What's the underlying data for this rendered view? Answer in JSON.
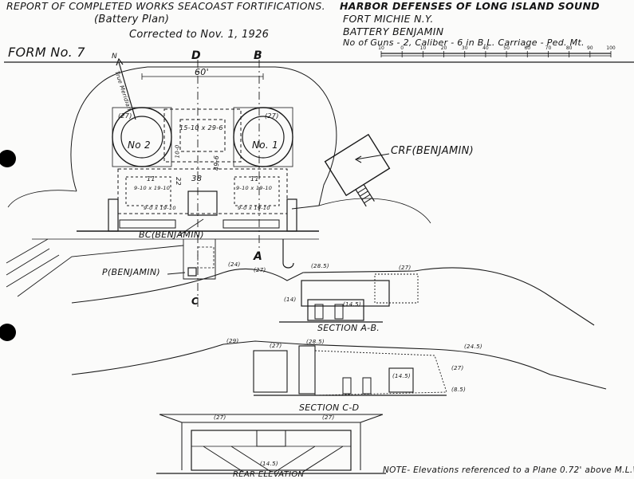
{
  "header": {
    "report_title": "REPORT OF COMPLETED WORKS SEACOAST FORTIFICATIONS.",
    "plan_type": "(Battery Plan)",
    "corrected": "Corrected to Nov. 1, 1926",
    "harbor": "HARBOR DEFENSES OF LONG ISLAND SOUND",
    "fort": "FORT MICHIE N.Y.",
    "battery": "BATTERY BENJAMIN",
    "guns": "No of Guns - 2, Caliber - 6 in B.L.   Carriage - Ped. Mt.",
    "form": "FORM No. 7"
  },
  "scale_bar": {
    "ticks": [
      "10",
      "0",
      "10",
      "20",
      "30",
      "40",
      "50",
      "60",
      "70",
      "80",
      "90",
      "100"
    ]
  },
  "plan": {
    "north": "N",
    "true_meridian": "True Meridian",
    "section_d": "D",
    "section_b": "B",
    "section_a": "A",
    "section_c": "C",
    "width_dim": "60'",
    "gun_2": "No 2",
    "gun_1": "No. 1",
    "gun_2_elev": "(27)",
    "gun_1_elev": "(27)",
    "room_top": "15-10 x 29-6",
    "dim_38": "38",
    "dim_22": "22",
    "dim_49_6": "49-6",
    "dim_11_left": "11",
    "dim_11_right": "11",
    "dim_10_0": "10-0",
    "room_left": "9-10 x 19-10",
    "room_left_b": "9-0 x 19-10",
    "room_right": "9-10 x 19-10",
    "room_right_b": "9-0 x 19-10",
    "crf": "CRF(BENJAMIN)",
    "bc": "BC(BENJAMIN)",
    "p": "P(BENJAMIN)"
  },
  "section_ab": {
    "title": "SECTION A-B.",
    "elev_a": "(24)",
    "elev_b": "(27)",
    "elev_c": "(28.5)",
    "elev_d": "(27)",
    "elev_e": "(14.5)",
    "elev_f": "(14)"
  },
  "section_cd": {
    "title": "SECTION C-D",
    "elev_a": "(29)",
    "elev_b": "(27)",
    "elev_c": "(28.5)",
    "elev_d": "(24.5)",
    "elev_e": "(14.5)",
    "elev_f": "(8.5)",
    "elev_g": "(27)"
  },
  "rear_elevation": {
    "title": "REAR ELEVATION",
    "elev_a": "(27)",
    "elev_b": "(27)",
    "elev_c": "(14.5)"
  },
  "note": "NOTE- Elevations referenced to a Plane 0.72' above M.L.W."
}
